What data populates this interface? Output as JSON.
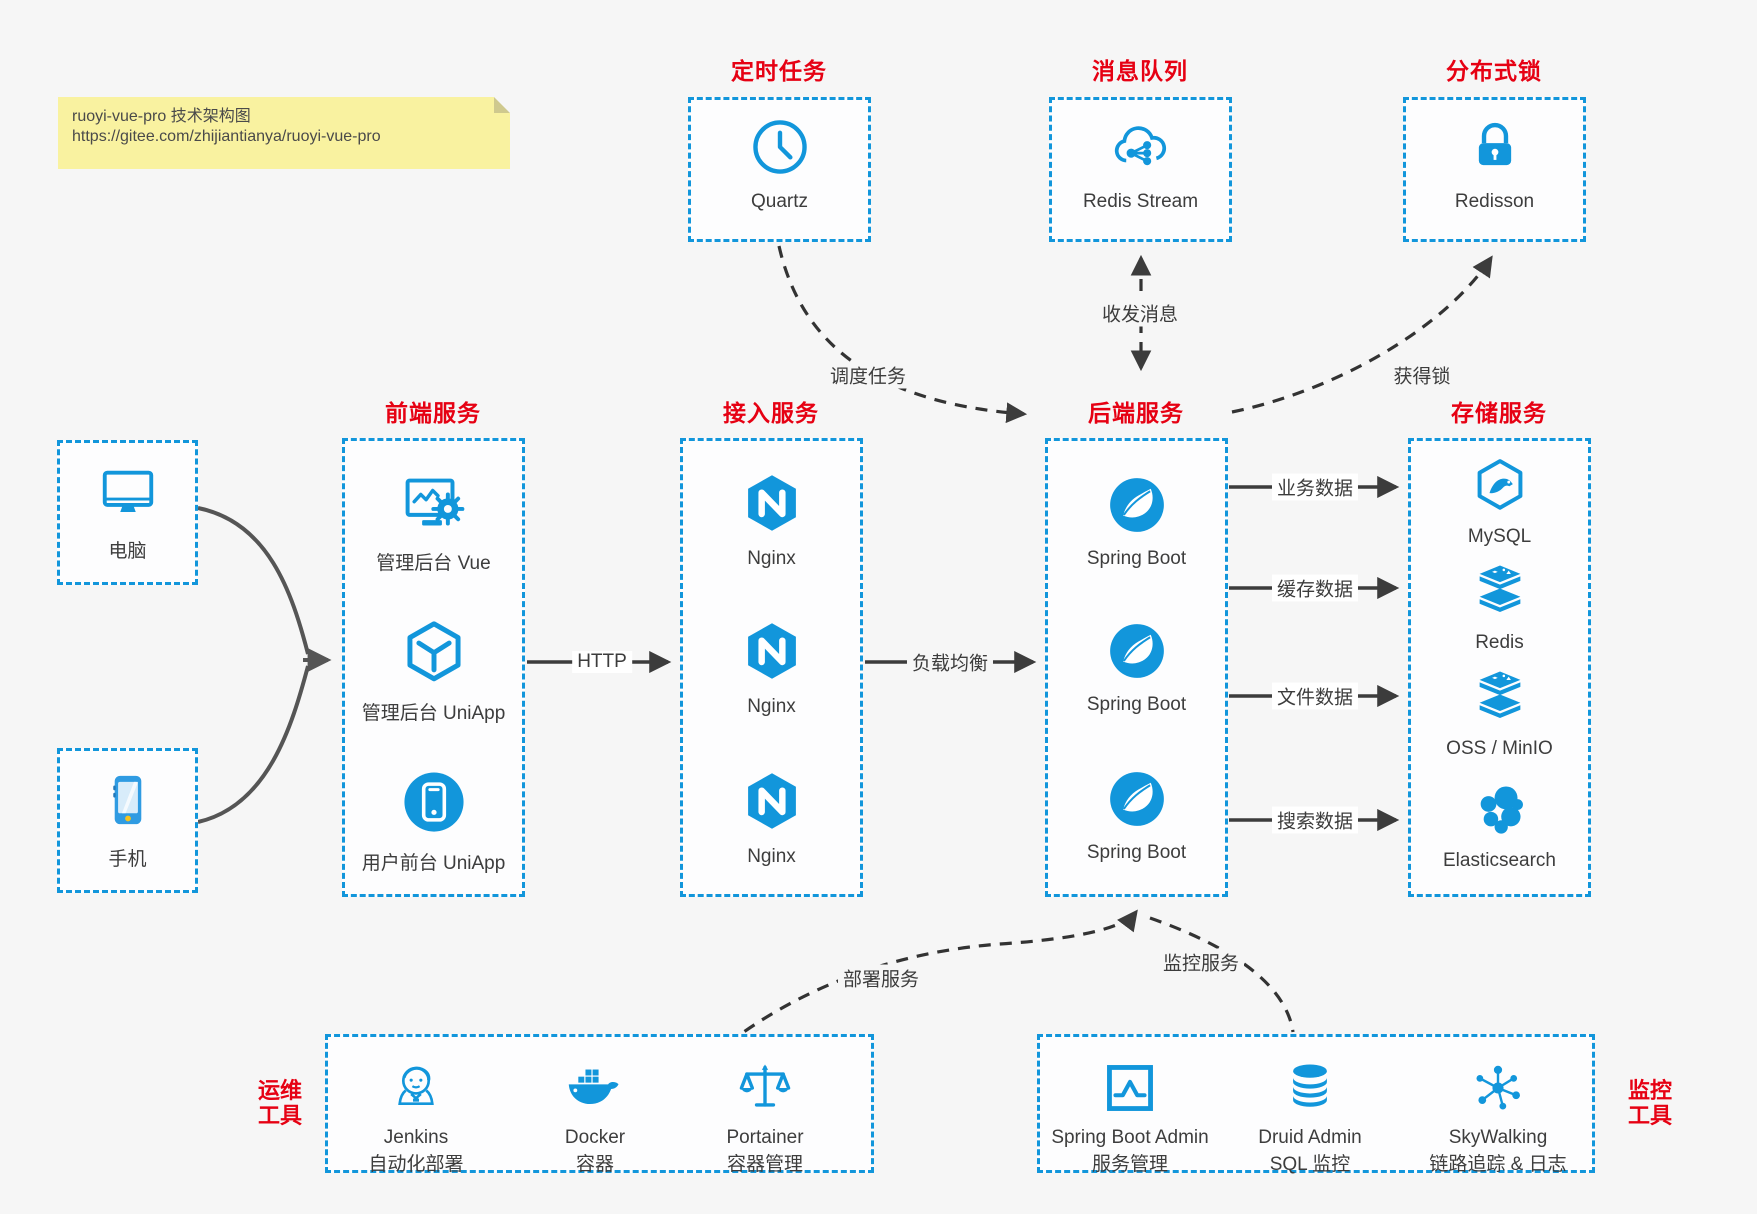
{
  "note": {
    "line1": "ruoyi-vue-pro 技术架构图",
    "line2": "https://gitee.com/zhijiantianya/ruoyi-vue-pro"
  },
  "groups": {
    "scheduler": {
      "title": "定时任务",
      "item": {
        "icon": "clock-icon",
        "label": "Quartz"
      }
    },
    "mq": {
      "title": "消息队列",
      "item": {
        "icon": "cloud-share-icon",
        "label": "Redis Stream"
      }
    },
    "lock": {
      "title": "分布式锁",
      "item": {
        "icon": "lock-icon",
        "label": "Redisson"
      }
    },
    "clients": {
      "computer": {
        "icon": "computer-icon",
        "label": "电脑"
      },
      "phone": {
        "icon": "smartphone-icon",
        "label": "手机"
      }
    },
    "frontend": {
      "title": "前端服务",
      "items": [
        {
          "icon": "admin-vue-icon",
          "label": "管理后台 Vue"
        },
        {
          "icon": "uniapp-icon",
          "label": "管理后台 UniApp"
        },
        {
          "icon": "user-app-icon",
          "label": "用户前台 UniApp"
        }
      ]
    },
    "gateway": {
      "title": "接入服务",
      "items": [
        {
          "icon": "nginx-icon",
          "label": "Nginx"
        },
        {
          "icon": "nginx-icon",
          "label": "Nginx"
        },
        {
          "icon": "nginx-icon",
          "label": "Nginx"
        }
      ]
    },
    "backend": {
      "title": "后端服务",
      "items": [
        {
          "icon": "spring-icon",
          "label": "Spring Boot"
        },
        {
          "icon": "spring-icon",
          "label": "Spring Boot"
        },
        {
          "icon": "spring-icon",
          "label": "Spring Boot"
        }
      ]
    },
    "storage": {
      "title": "存储服务",
      "items": [
        {
          "icon": "mysql-icon",
          "label": "MySQL"
        },
        {
          "icon": "redis-stack-icon",
          "label": "Redis"
        },
        {
          "icon": "redis-stack-icon",
          "label": "OSS / MinIO"
        },
        {
          "icon": "elasticsearch-icon",
          "label": "Elasticsearch"
        }
      ]
    },
    "ops": {
      "title_line1": "运维",
      "title_line2": "工具",
      "items": [
        {
          "icon": "jenkins-icon",
          "name": "Jenkins",
          "desc": "自动化部署"
        },
        {
          "icon": "docker-icon",
          "name": "Docker",
          "desc": "容器"
        },
        {
          "icon": "portainer-icon",
          "name": "Portainer",
          "desc": "容器管理"
        }
      ]
    },
    "monitor": {
      "title_line1": "监控",
      "title_line2": "工具",
      "items": [
        {
          "icon": "boot-admin-icon",
          "name": "Spring Boot Admin",
          "desc": "服务管理"
        },
        {
          "icon": "druid-icon",
          "name": "Druid Admin",
          "desc": "SQL 监控"
        },
        {
          "icon": "skywalking-icon",
          "name": "SkyWalking",
          "desc": "链路追踪 & 日志"
        }
      ]
    }
  },
  "edges": {
    "http": "HTTP",
    "load_balance": "负载均衡",
    "biz_data": "业务数据",
    "cache_data": "缓存数据",
    "file_data": "文件数据",
    "search_data": "搜索数据",
    "schedule": "调度任务",
    "message": "收发消息",
    "acquire_lock": "获得锁",
    "deploy": "部署服务",
    "monitoring": "监控服务"
  },
  "colors": {
    "accent_blue": "#1296db",
    "title_red": "#e60113",
    "line_dark": "#3c3c3c",
    "note_yellow": "#f9f2a0",
    "page_bg": "#f6f6f6"
  }
}
